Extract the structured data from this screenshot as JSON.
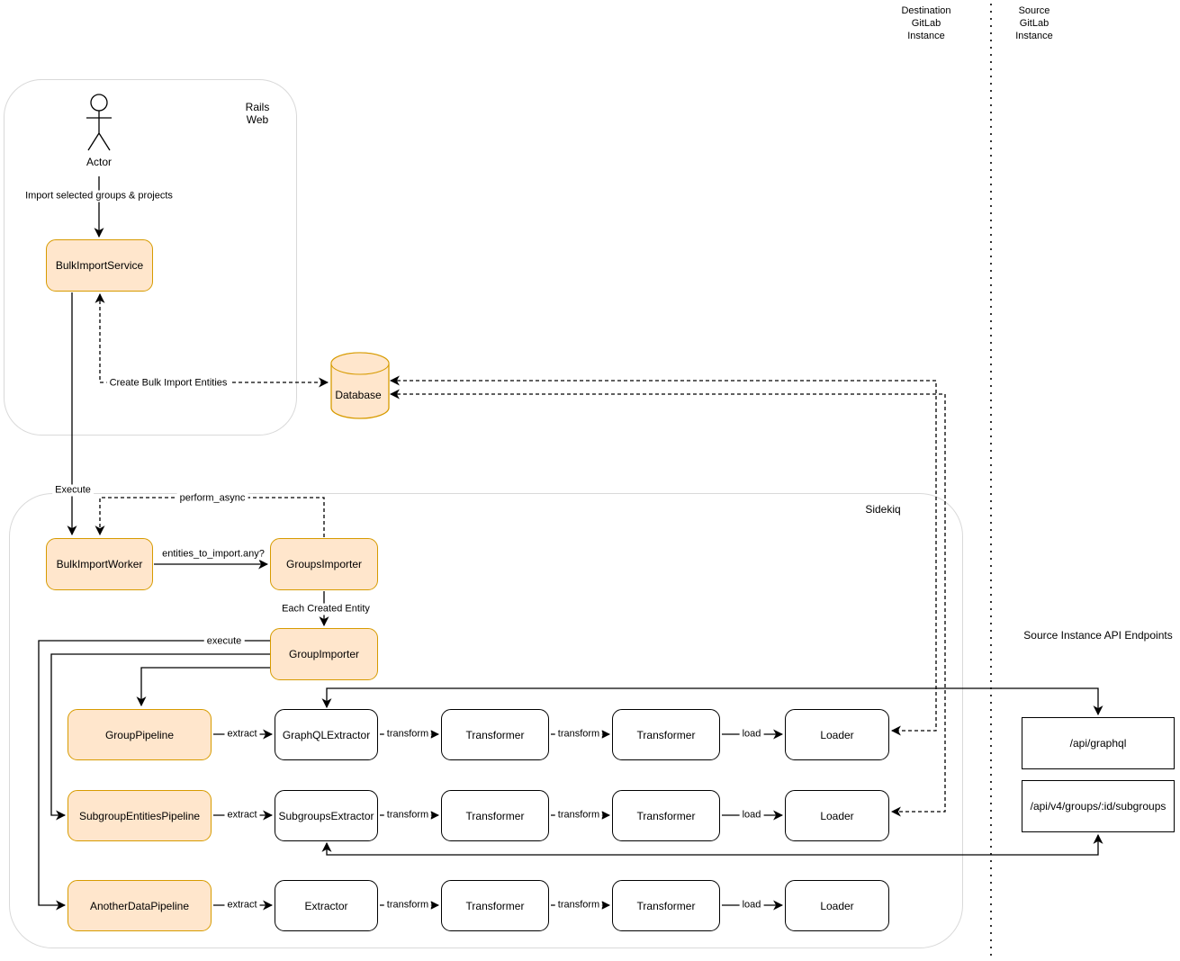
{
  "title_labels": {
    "destination": "Destination\nGitLab\nInstance",
    "source": "Source\nGitLab\nInstance",
    "api_section": "Source Instance API Endpoints"
  },
  "containers": {
    "rails_web": "Rails\nWeb",
    "sidekiq": "Sidekiq"
  },
  "actor": {
    "label": "Actor"
  },
  "nodes": {
    "bulk_import_service": "BulkImportService",
    "database": "Database",
    "bulk_import_worker": "BulkImportWorker",
    "groups_importer": "GroupsImporter",
    "group_importer": "GroupImporter",
    "group_pipeline": "GroupPipeline",
    "subgroup_entities_pipeline": "SubgroupEntitiesPipeline",
    "another_data_pipeline": "AnotherDataPipeline",
    "graphql_extractor": "GraphQLExtractor",
    "subgroups_extractor": "SubgroupsExtractor",
    "extractor": "Extractor",
    "transformer": "Transformer",
    "loader": "Loader"
  },
  "endpoints": {
    "graphql": "/api/graphql",
    "subgroups": "/api/v4/groups/:id/subgroups"
  },
  "edge_labels": {
    "import_selected": "Import selected groups & projects",
    "create_bulk_import_entities": "Create Bulk Import Entities",
    "execute": "Execute",
    "perform_async": "perform_async",
    "entities_to_import": "entities_to_import.any?",
    "each_created_entity": "Each Created Entity",
    "execute_pipeline": "execute",
    "extract": "extract",
    "transform": "transform",
    "load": "load"
  },
  "colors": {
    "highlight_fill": "#ffe6cc",
    "highlight_border": "#d79b00",
    "node_fill": "#ffffff",
    "node_border": "#000000",
    "container_border": "#d9d9d9",
    "connector": "#000000"
  }
}
